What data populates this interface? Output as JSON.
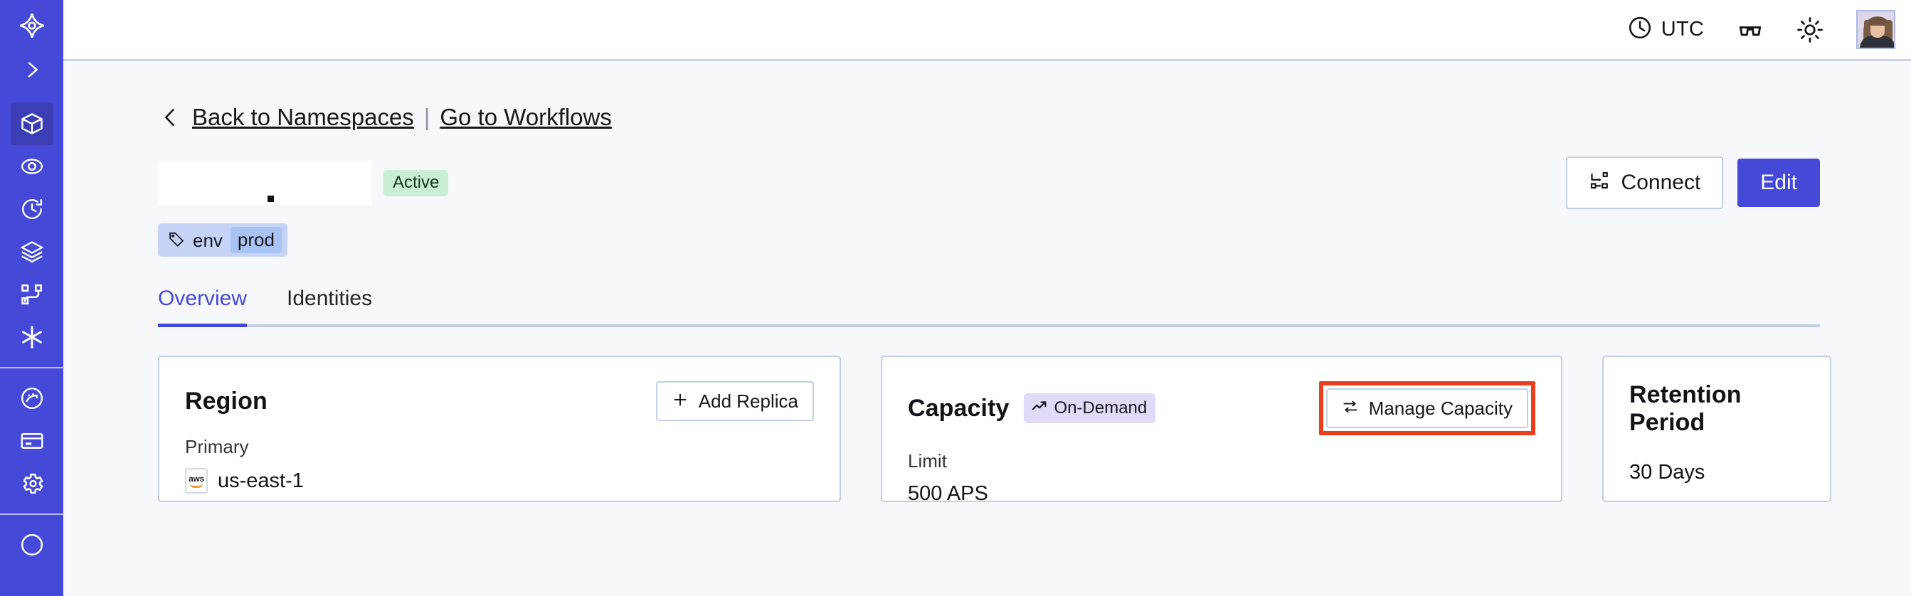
{
  "sidebar": {
    "brand_color": "#4549D8",
    "active_color": "#3B3EB5",
    "items": [
      {
        "name": "logo-icon",
        "label": "Temporal"
      },
      {
        "name": "expand-icon",
        "label": "Expand navigation"
      },
      {
        "name": "namespaces-icon",
        "label": "Namespaces"
      },
      {
        "name": "observability-icon",
        "label": "Observability"
      },
      {
        "name": "history-icon",
        "label": "History"
      },
      {
        "name": "layers-icon",
        "label": "Layers"
      },
      {
        "name": "workflows-icon",
        "label": "Workflows"
      },
      {
        "name": "nexus-icon",
        "label": "Nexus"
      },
      {
        "name": "usage-icon",
        "label": "Usage"
      },
      {
        "name": "billing-icon",
        "label": "Billing"
      },
      {
        "name": "settings-icon",
        "label": "Settings"
      }
    ]
  },
  "topbar": {
    "timezone": "UTC",
    "clock_icon": "clock-icon",
    "glasses_icon": "glasses-icon",
    "theme_icon": "sun-icon",
    "avatar_icon": "user-avatar"
  },
  "breadcrumb": {
    "back_chevron": "chevron-left-icon",
    "back_label": "Back to Namespaces",
    "divider": "|",
    "forward_label": "Go to Workflows"
  },
  "namespace": {
    "name": "",
    "status_badge": "Active",
    "status_badge_color": "#C8EFD4",
    "tag": {
      "icon": "tag-icon",
      "key": "env",
      "value": "prod"
    }
  },
  "actions": {
    "connect_label": "Connect",
    "connect_icon": "connect-icon",
    "edit_label": "Edit",
    "edit_color": "#4549D8"
  },
  "tabs": [
    {
      "label": "Overview",
      "active": true
    },
    {
      "label": "Identities",
      "active": false
    }
  ],
  "cards": {
    "region": {
      "title": "Region",
      "action_label": "Add Replica",
      "action_icon": "plus-icon",
      "sub_label": "Primary",
      "provider_icon": "aws-logo",
      "provider_text": "aws",
      "value": "us-east-1"
    },
    "capacity": {
      "title": "Capacity",
      "badge_label": "On-Demand",
      "badge_icon": "trend-up-icon",
      "badge_color": "#E3D9F8",
      "action_label": "Manage Capacity",
      "action_icon": "sliders-icon",
      "action_highlight_color": "#E8401E",
      "sub_label": "Limit",
      "value": "500 APS"
    },
    "retention": {
      "title": "Retention Period",
      "value": "30 Days"
    }
  }
}
